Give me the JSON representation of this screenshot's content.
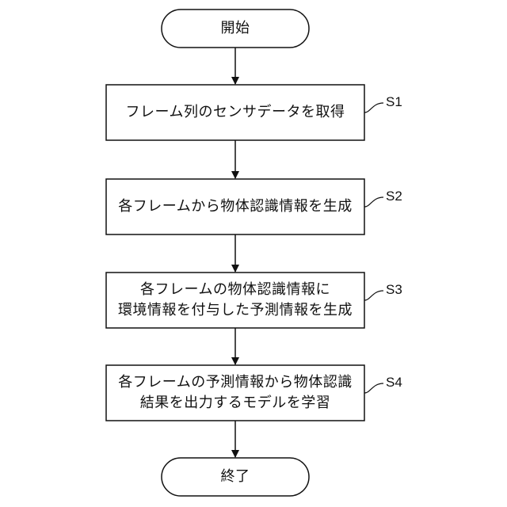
{
  "flowchart": {
    "start": {
      "label": "開始"
    },
    "steps": [
      {
        "id": "S1",
        "lines": [
          "フレーム列のセンサデータを取得"
        ]
      },
      {
        "id": "S2",
        "lines": [
          "各フレームから物体認識情報を生成"
        ]
      },
      {
        "id": "S3",
        "lines": [
          "各フレームの物体認識情報に",
          "環境情報を付与した予測情報を生成"
        ]
      },
      {
        "id": "S4",
        "lines": [
          "各フレームの予測情報から物体認識",
          "結果を出力するモデルを学習"
        ]
      }
    ],
    "end": {
      "label": "終了"
    },
    "colors": {
      "stroke": "#111111",
      "fill": "#ffffff",
      "text": "#111111"
    }
  }
}
